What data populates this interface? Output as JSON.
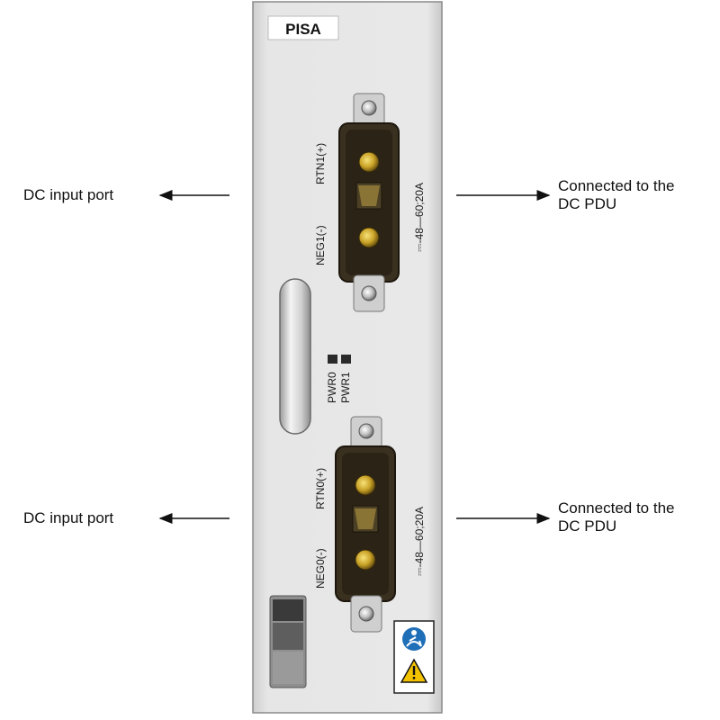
{
  "module": {
    "name": "PISA",
    "ports": [
      {
        "positive": "RTN1(+)",
        "negative": "NEG1(-)",
        "rating": "⎓-48—60;20A"
      },
      {
        "positive": "RTN0(+)",
        "negative": "NEG0(-)",
        "rating": "⎓-48—60;20A"
      }
    ],
    "leds": [
      "PWR0",
      "PWR1"
    ],
    "icons": [
      "manual-icon",
      "warning-icon"
    ]
  },
  "callouts": {
    "left": [
      "DC input port",
      "DC input port"
    ],
    "right": [
      {
        "line1": "Connected to the",
        "line2": "DC PDU"
      },
      {
        "line1": "Connected to the",
        "line2": "DC PDU"
      }
    ]
  },
  "colors": {
    "panel": "#e4e4e4",
    "connector": "#2b2316",
    "pin": "#c9a227",
    "manual_icon": "#1e6fb8",
    "warning": "#f2c200"
  }
}
